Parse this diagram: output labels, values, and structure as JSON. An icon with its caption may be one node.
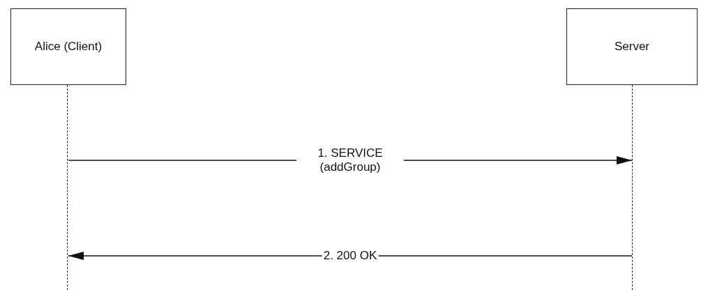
{
  "diagram": {
    "nodes": [
      {
        "text": [
          "Alice (Client)"
        ]
      },
      {
        "text": [
          "Server"
        ]
      },
      {
        "text": [],
        "shape": "line"
      },
      {
        "text": [],
        "shape": "line"
      }
    ],
    "edges": [
      {
        "from": 2,
        "to": 3,
        "arrow": "to",
        "label": "1. SERVICE (addGroup)"
      },
      {
        "from": 3,
        "to": 2,
        "arrow": "to",
        "label": "2. 200 OK"
      }
    ]
  }
}
